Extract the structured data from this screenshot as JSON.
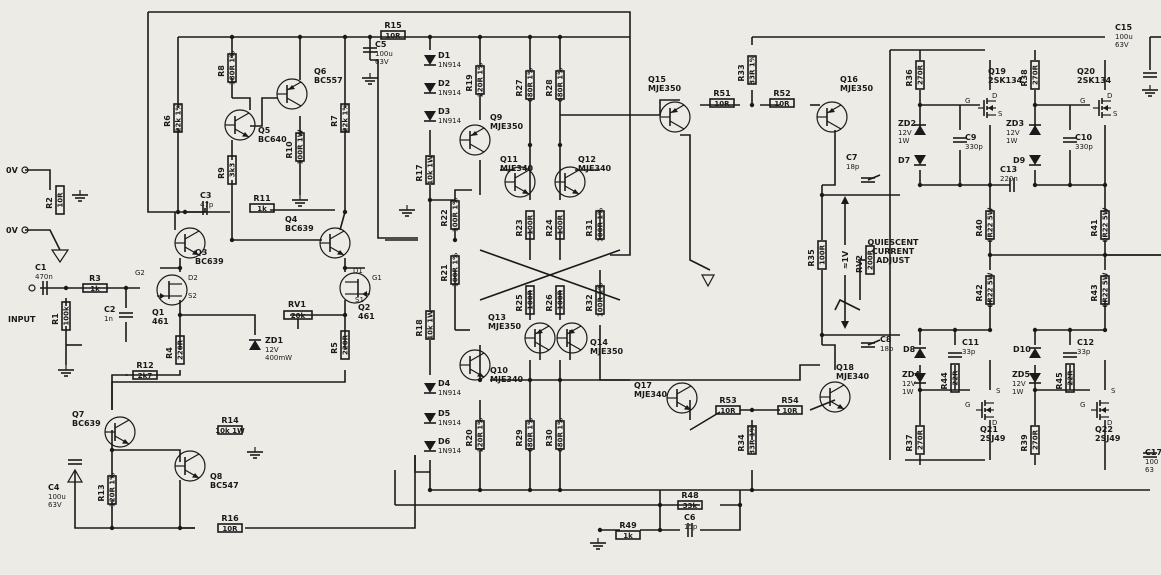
{
  "resistors": [
    {
      "id": "R2",
      "ref": "R2",
      "val": "10R"
    },
    {
      "id": "R1",
      "ref": "R1",
      "val": "100k"
    },
    {
      "id": "R3",
      "ref": "R3",
      "val": "1k"
    },
    {
      "id": "R4",
      "ref": "R4",
      "val": "220R"
    },
    {
      "id": "R5",
      "ref": "R5",
      "val": "220R"
    },
    {
      "id": "R6",
      "ref": "R6",
      "val": "22k 1%"
    },
    {
      "id": "R7",
      "ref": "R7",
      "val": "22k 1%"
    },
    {
      "id": "R8",
      "ref": "R8",
      "val": "180R 1%"
    },
    {
      "id": "R9",
      "ref": "R9",
      "val": "3k3"
    },
    {
      "id": "R10",
      "ref": "R10",
      "val": "100R 1W"
    },
    {
      "id": "R11",
      "ref": "R11",
      "val": "1k"
    },
    {
      "id": "R12",
      "ref": "R12",
      "val": "2k7"
    },
    {
      "id": "R13",
      "ref": "R13",
      "val": "120R 1%"
    },
    {
      "id": "R14",
      "ref": "R14",
      "val": "10k 1W"
    },
    {
      "id": "R15",
      "ref": "R15",
      "val": "10R"
    },
    {
      "id": "R16",
      "ref": "R16",
      "val": "10R"
    },
    {
      "id": "R17",
      "ref": "R17",
      "val": "10k 1W"
    },
    {
      "id": "R18",
      "ref": "R18",
      "val": "10k 1W"
    },
    {
      "id": "R19",
      "ref": "R19",
      "val": "220R 1%"
    },
    {
      "id": "R20",
      "ref": "R20",
      "val": "220R 1%"
    },
    {
      "id": "R21",
      "ref": "R21",
      "val": "100R 1%"
    },
    {
      "id": "R22",
      "ref": "R22",
      "val": "100R 1%"
    },
    {
      "id": "R23",
      "ref": "R23",
      "val": "100R"
    },
    {
      "id": "R24",
      "ref": "R24",
      "val": "100R"
    },
    {
      "id": "R25",
      "ref": "R25",
      "val": "100R"
    },
    {
      "id": "R26",
      "ref": "R26",
      "val": "100R"
    },
    {
      "id": "R27",
      "ref": "R27",
      "val": "680R 1%"
    },
    {
      "id": "R28",
      "ref": "R28",
      "val": "680R 1%"
    },
    {
      "id": "R29",
      "ref": "R29",
      "val": "680R 1%"
    },
    {
      "id": "R30",
      "ref": "R30",
      "val": "680R 1%"
    },
    {
      "id": "R31",
      "ref": "R31",
      "val": "100R 1%"
    },
    {
      "id": "R32",
      "ref": "R32",
      "val": "100R 1%"
    },
    {
      "id": "R33",
      "ref": "R33",
      "val": "33R 1%"
    },
    {
      "id": "R34",
      "ref": "R34",
      "val": "33R 1%"
    },
    {
      "id": "R35",
      "ref": "R35",
      "val": "100R"
    },
    {
      "id": "R36",
      "ref": "R36",
      "val": "270R"
    },
    {
      "id": "R37",
      "ref": "R37",
      "val": "270R"
    },
    {
      "id": "R38",
      "ref": "R38",
      "val": "270R"
    },
    {
      "id": "R39",
      "ref": "R39",
      "val": "270R"
    },
    {
      "id": "R40",
      "ref": "R40",
      "val": "0R22 5W"
    },
    {
      "id": "R41",
      "ref": "R41",
      "val": "0R22 5W"
    },
    {
      "id": "R42",
      "ref": "R42",
      "val": "0R22 5W"
    },
    {
      "id": "R43",
      "ref": "R43",
      "val": "0R22 5W"
    },
    {
      "id": "R44",
      "ref": "R44",
      "val": "22R"
    },
    {
      "id": "R45",
      "ref": "R45",
      "val": "22R"
    },
    {
      "id": "R48",
      "ref": "R48",
      "val": "33k"
    },
    {
      "id": "R49",
      "ref": "R49",
      "val": "1k"
    },
    {
      "id": "R51",
      "ref": "R51",
      "val": "10R"
    },
    {
      "id": "R52",
      "ref": "R52",
      "val": "10R"
    },
    {
      "id": "R53",
      "ref": "R53",
      "val": "10R"
    },
    {
      "id": "R54",
      "ref": "R54",
      "val": "10R"
    }
  ],
  "pots": [
    {
      "id": "RV1",
      "ref": "RV1",
      "val": "20k"
    },
    {
      "id": "RV2",
      "ref": "RV2",
      "val": "200R"
    }
  ],
  "capacitors": [
    {
      "id": "C1",
      "ref": "C1",
      "val": "470n"
    },
    {
      "id": "C2",
      "ref": "C2",
      "val": "1n"
    },
    {
      "id": "C3",
      "ref": "C3",
      "val": "47p"
    },
    {
      "id": "C4",
      "ref": "C4",
      "val": "100u 63V"
    },
    {
      "id": "C5",
      "ref": "C5",
      "val": "100u 63V"
    },
    {
      "id": "C6",
      "ref": "C6",
      "val": "15p"
    },
    {
      "id": "C7",
      "ref": "C7",
      "val": "18p"
    },
    {
      "id": "C8",
      "ref": "C8",
      "val": "18p"
    },
    {
      "id": "C9",
      "ref": "C9",
      "val": "330p"
    },
    {
      "id": "C10",
      "ref": "C10",
      "val": "330p"
    },
    {
      "id": "C11",
      "ref": "C11",
      "val": "33p"
    },
    {
      "id": "C12",
      "ref": "C12",
      "val": "33p"
    },
    {
      "id": "C13",
      "ref": "C13",
      "val": "220n"
    },
    {
      "id": "C15",
      "ref": "C15",
      "val": "100u 63V"
    },
    {
      "id": "C17",
      "ref": "C17",
      "val": "100 63"
    }
  ],
  "transistors": [
    {
      "id": "Q3",
      "ref": "Q3",
      "type": "BC639",
      "pol": "npn"
    },
    {
      "id": "Q4",
      "ref": "Q4",
      "type": "BC639",
      "pol": "npn"
    },
    {
      "id": "Q5",
      "ref": "Q5",
      "type": "BC640",
      "pol": "npn"
    },
    {
      "id": "Q6",
      "ref": "Q6",
      "type": "BC557",
      "pol": "pnp"
    },
    {
      "id": "Q7",
      "ref": "Q7",
      "type": "BC639",
      "pol": "npn"
    },
    {
      "id": "Q8",
      "ref": "Q8",
      "type": "BC547",
      "pol": "npn"
    },
    {
      "id": "Q9",
      "ref": "Q9",
      "type": "MJE350",
      "pol": "pnp"
    },
    {
      "id": "Q10",
      "ref": "Q10",
      "type": "MJE340",
      "pol": "npn"
    },
    {
      "id": "Q11",
      "ref": "Q11",
      "type": "MJE340",
      "pol": "npn"
    },
    {
      "id": "Q12",
      "ref": "Q12",
      "type": "MJE340",
      "pol": "npn"
    },
    {
      "id": "Q13",
      "ref": "Q13",
      "type": "MJE350",
      "pol": "pnp"
    },
    {
      "id": "Q14",
      "ref": "Q14",
      "type": "MJE350",
      "pol": "pnp"
    },
    {
      "id": "Q15",
      "ref": "Q15",
      "type": "MJE350",
      "pol": "pnp"
    },
    {
      "id": "Q16",
      "ref": "Q16",
      "type": "MJE350",
      "pol": "pnp"
    },
    {
      "id": "Q17",
      "ref": "Q17",
      "type": "MJE340",
      "pol": "npn"
    },
    {
      "id": "Q18",
      "ref": "Q18",
      "type": "MJE340",
      "pol": "npn"
    }
  ],
  "jfets": [
    {
      "id": "Q1",
      "ref": "Q1",
      "type": "461"
    },
    {
      "id": "Q2",
      "ref": "Q2",
      "type": "461"
    }
  ],
  "mosfets": [
    {
      "id": "Q19",
      "ref": "Q19",
      "type": "2SK134"
    },
    {
      "id": "Q20",
      "ref": "Q20",
      "type": "2SK134"
    },
    {
      "id": "Q21",
      "ref": "Q21",
      "type": "2SJ49"
    },
    {
      "id": "Q22",
      "ref": "Q22",
      "type": "2SJ49"
    }
  ],
  "diodes": [
    {
      "id": "D1",
      "ref": "D1",
      "type": "1N914"
    },
    {
      "id": "D2",
      "ref": "D2",
      "type": "1N914"
    },
    {
      "id": "D3",
      "ref": "D3",
      "type": "1N914"
    },
    {
      "id": "D4",
      "ref": "D4",
      "type": "1N914"
    },
    {
      "id": "D5",
      "ref": "D5",
      "type": "1N914"
    },
    {
      "id": "D6",
      "ref": "D6",
      "type": "1N914"
    },
    {
      "id": "D7",
      "ref": "D7",
      "type": ""
    },
    {
      "id": "D8",
      "ref": "D8",
      "type": ""
    },
    {
      "id": "D9",
      "ref": "D9",
      "type": ""
    },
    {
      "id": "D10",
      "ref": "D10",
      "type": ""
    }
  ],
  "zeners": [
    {
      "id": "ZD1",
      "ref": "ZD1",
      "val": "12V 400mW"
    },
    {
      "id": "ZD2",
      "ref": "ZD2",
      "val": "12V 1W"
    },
    {
      "id": "ZD3",
      "ref": "ZD3",
      "val": "12V 1W"
    },
    {
      "id": "ZD4",
      "ref": "ZD4",
      "val": "12V 1W"
    },
    {
      "id": "ZD5",
      "ref": "ZD5",
      "val": "12V 1W"
    }
  ],
  "terminals": [
    {
      "id": "0V1",
      "text": "0V"
    },
    {
      "id": "0V2",
      "text": "0V"
    },
    {
      "id": "input",
      "text": "INPUT"
    }
  ],
  "pin_labels": [
    {
      "id": "pG1",
      "text": "G2"
    },
    {
      "id": "pS1",
      "text": "S2"
    },
    {
      "id": "pD1",
      "text": "D2"
    },
    {
      "id": "pG2",
      "text": "G1"
    },
    {
      "id": "pS2",
      "text": "S1"
    },
    {
      "id": "pD2",
      "text": "D1"
    },
    {
      "id": "mG19",
      "text": "G"
    },
    {
      "id": "mD19",
      "text": "D"
    },
    {
      "id": "mS19",
      "text": "S"
    },
    {
      "id": "mG20",
      "text": "G"
    },
    {
      "id": "mD20",
      "text": "D"
    },
    {
      "id": "mS20",
      "text": "S"
    },
    {
      "id": "mG21",
      "text": "G"
    },
    {
      "id": "mD21",
      "text": "D"
    },
    {
      "id": "mS21",
      "text": "S"
    },
    {
      "id": "mG22",
      "text": "G"
    },
    {
      "id": "mD22",
      "text": "D"
    },
    {
      "id": "mS22",
      "text": "S"
    }
  ],
  "annotations": [
    {
      "id": "qadj",
      "text": "QUIESCENT"
    },
    {
      "id": "qadj2",
      "text": "CURRENT"
    },
    {
      "id": "qadj3",
      "text": "ADJUST"
    },
    {
      "id": "v1",
      "text": "≈1V"
    }
  ]
}
